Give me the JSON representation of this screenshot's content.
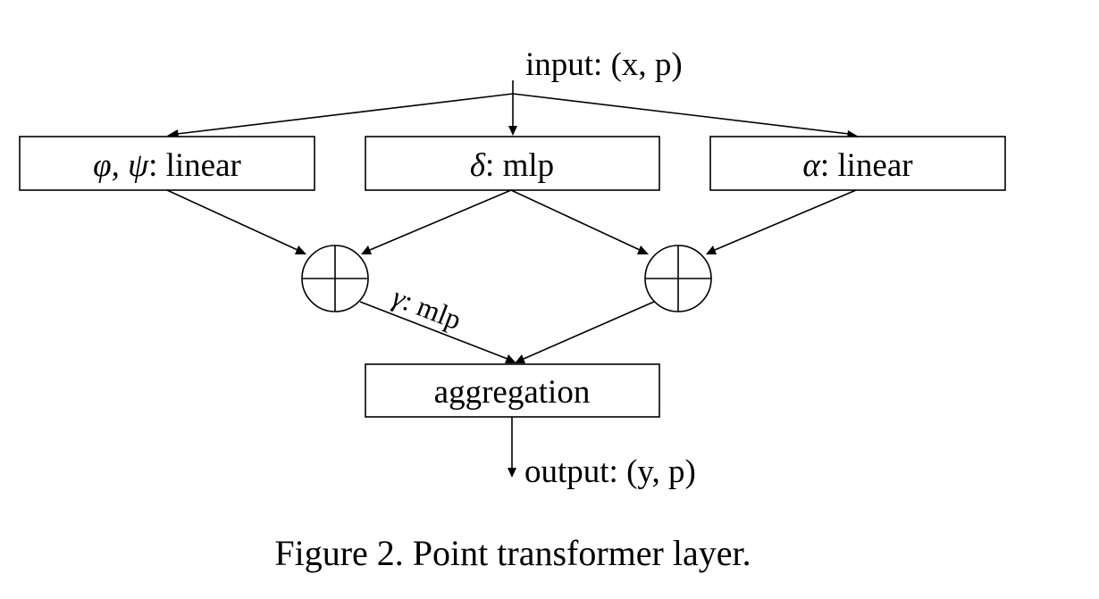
{
  "input_label": "input: (x, p)",
  "output_label": "output: (y, p)",
  "boxes": {
    "phi_psi": {
      "symbol": "φ, ψ",
      "suffix": ": linear"
    },
    "delta": {
      "symbol": "δ",
      "suffix": ": mlp"
    },
    "alpha": {
      "symbol": "α",
      "suffix": ": linear"
    },
    "aggregation": {
      "label": "aggregation"
    }
  },
  "gamma_label": {
    "symbol": "γ",
    "suffix": ": mlp"
  },
  "sum_nodes": [
    "left-sum",
    "right-sum"
  ],
  "caption": "Figure 2. Point transformer layer."
}
